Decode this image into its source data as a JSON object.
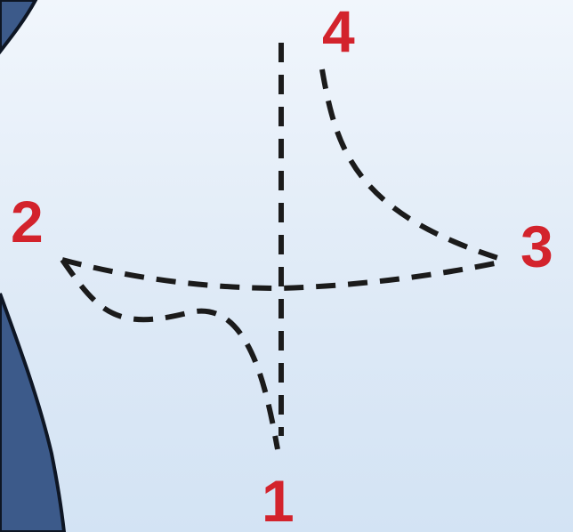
{
  "labels": {
    "n1": "1",
    "n2": "2",
    "n3": "3",
    "n4": "4"
  },
  "colors": {
    "label": "#d3232c",
    "dash": "#1b1b1b",
    "shape_fill": "#3c5a8a",
    "shape_outline": "#0e1624",
    "background_top": "#f1f6fc",
    "background_bottom": "#d3e3f4"
  }
}
